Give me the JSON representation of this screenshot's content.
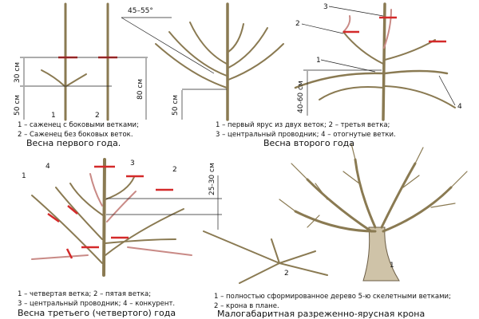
{
  "colors": {
    "branch": "#8a7a52",
    "cut_mark": "#d42a2a",
    "trimmed_shoot": "#c98a86"
  },
  "panel1": {
    "labels": {
      "seedling1": "1",
      "seedling2": "2"
    },
    "dims": {
      "upper": "30 см",
      "lower": "50 см",
      "total": "80 см"
    },
    "caption": [
      "1 – саженец с боковыми ветками;",
      "2 – Саженец без боковых веток."
    ],
    "title": "Весна первого года."
  },
  "panel2": {
    "angle": "45–55°",
    "dims": {
      "trunk": "50 см"
    },
    "caption": [
      "1 – первый ярус из двух веток; 2 – третья ветка;",
      "3 – центральный проводник; 4 – отогнутые ветки."
    ],
    "title": "Весна второго года"
  },
  "panel3": {
    "labels": {
      "l1": "1",
      "l2": "2",
      "l3": "3",
      "l4": "4"
    },
    "dims": {
      "tier": "40-60 см"
    }
  },
  "panel4": {
    "labels": {
      "l1": "1",
      "l2": "2",
      "l3": "3",
      "l4": "4"
    },
    "dims": {
      "tier": "25-30 см"
    },
    "caption": [
      "1 – четвертая ветка; 2 – пятая ветка;",
      "3 – центральный проводник; 4 – конкурент."
    ],
    "title": "Весна третьего (четвертого) года"
  },
  "panel5": {
    "labels": {
      "tree": "1",
      "plan": "2"
    },
    "caption": [
      "1 – полностью сформированное дерево 5-ю скелетными ветками;",
      "2 – крона в плане."
    ],
    "title": "Малогабаритная разреженно-ярусная крона"
  }
}
